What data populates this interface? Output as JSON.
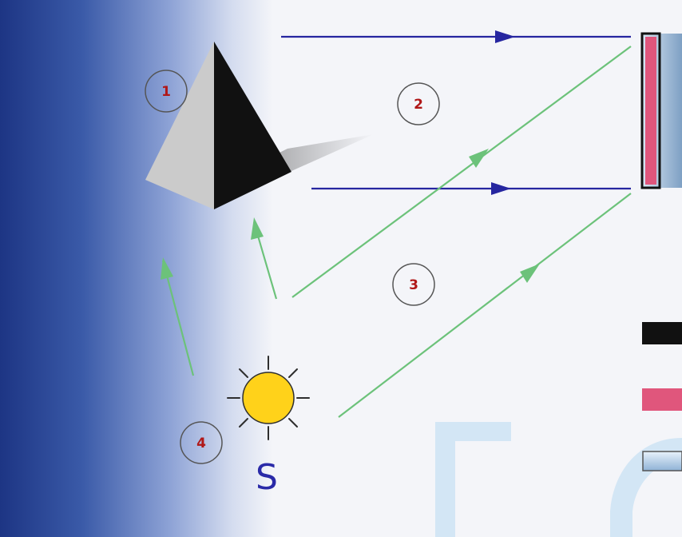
{
  "labels": {
    "n1": "1",
    "n2": "2",
    "n3": "3",
    "n4": "4",
    "source": "S"
  },
  "colors": {
    "background_dark": "#1e3a8c",
    "background_light": "#f4f5f9",
    "blue_ray": "#2626a0",
    "green_ray": "#6cc27a",
    "sun_fill": "#ffd21a",
    "sun_outline": "#2e2e2e",
    "number_text": "#b01818",
    "circle_outline": "#555555",
    "mirror_pink": "#e0567c",
    "watermark": "#cfe3f3"
  },
  "legend_swatches": [
    {
      "color": "#111111"
    },
    {
      "color": "#e0567c"
    },
    {
      "color": "#b8d4ec"
    }
  ]
}
